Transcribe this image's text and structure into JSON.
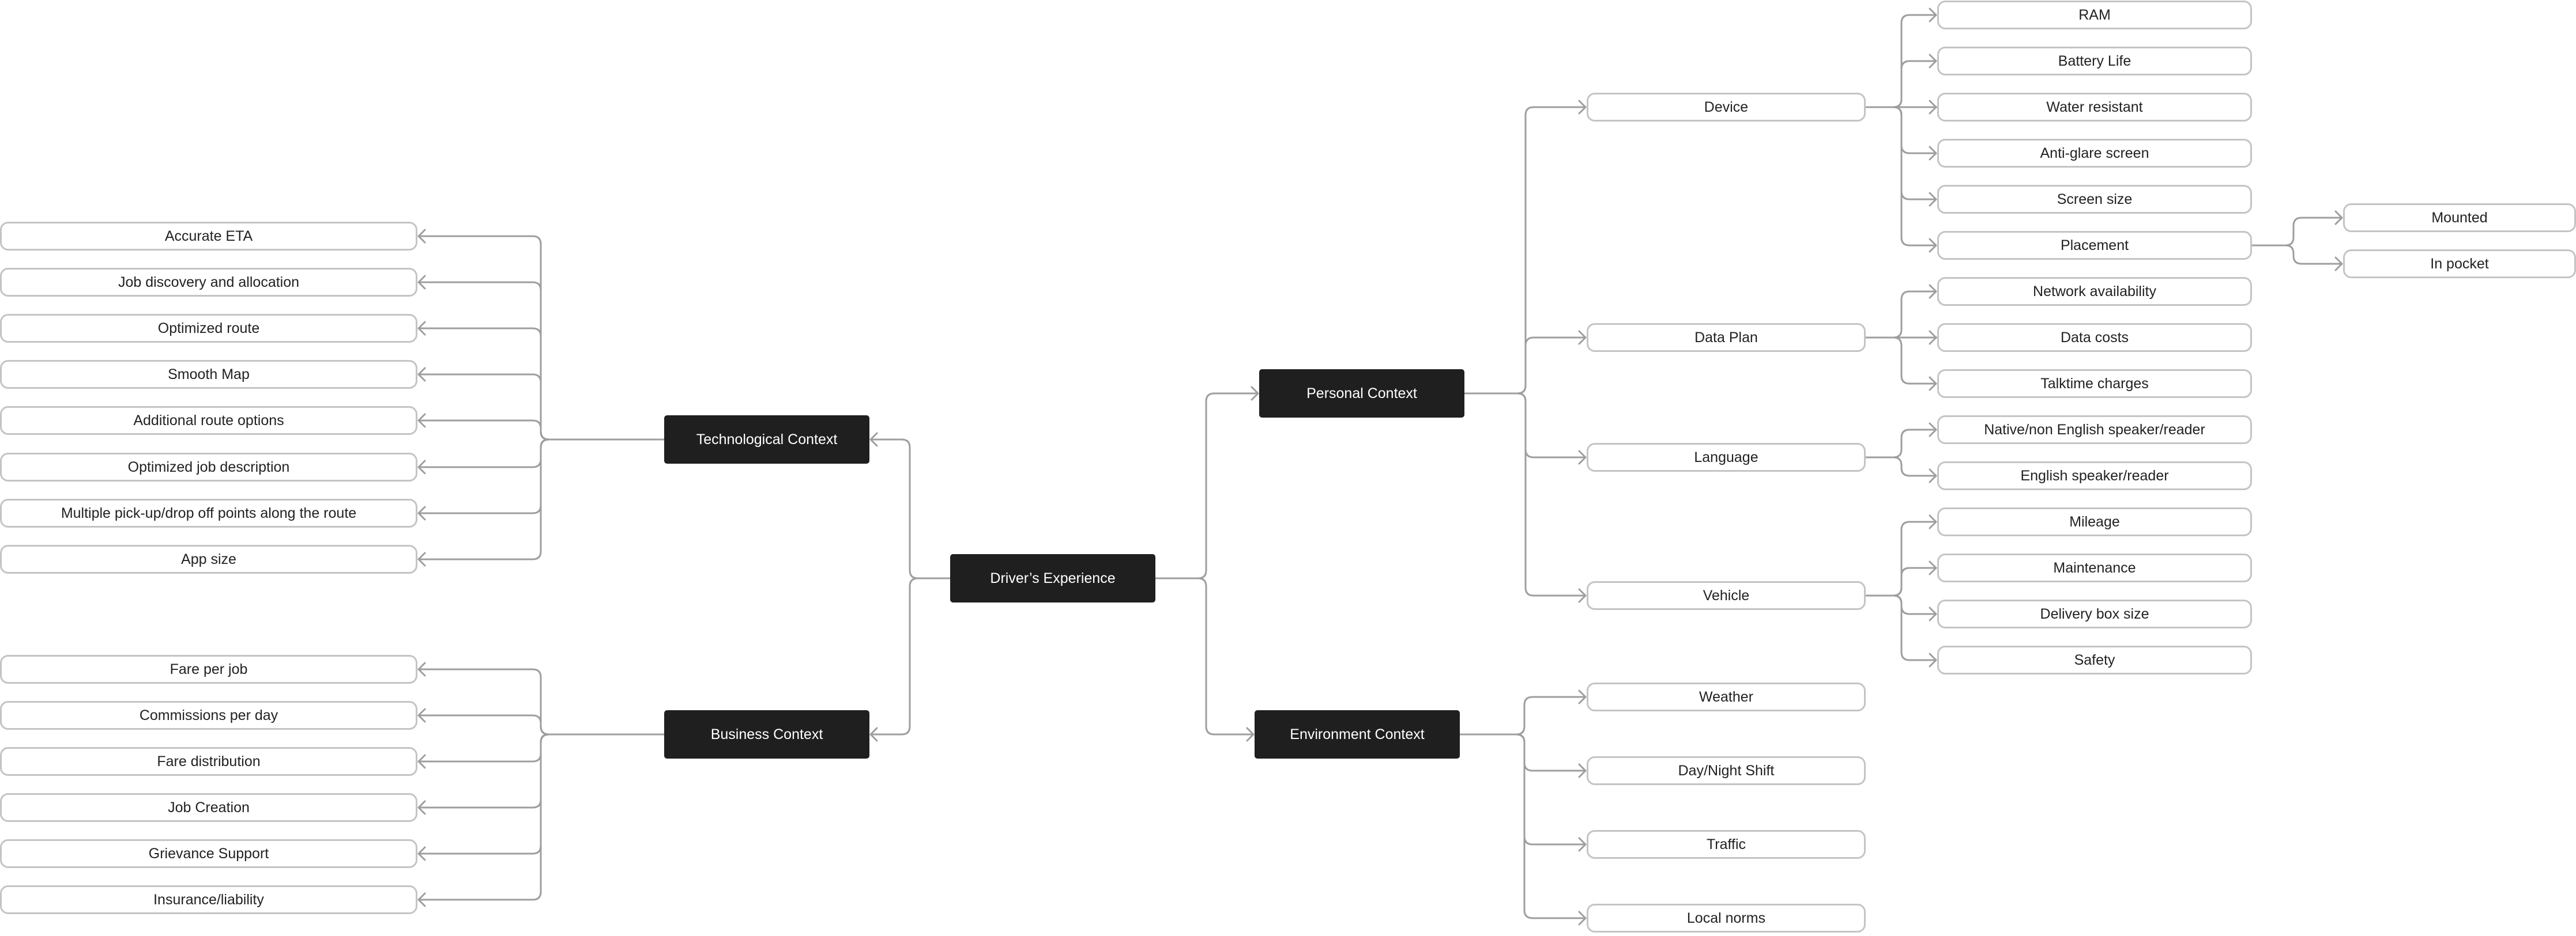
{
  "diagram": {
    "root": {
      "id": "root",
      "label": "Driver’s Experience"
    },
    "categories": [
      {
        "id": "tech",
        "label": "Technological Context"
      },
      {
        "id": "business",
        "label": "Business Context"
      },
      {
        "id": "personal",
        "label": "Personal Context"
      },
      {
        "id": "environment",
        "label": "Environment Context"
      }
    ],
    "subcategories": [
      {
        "id": "device",
        "label": "Device",
        "parent": "personal"
      },
      {
        "id": "dataplan",
        "label": "Data Plan",
        "parent": "personal"
      },
      {
        "id": "language",
        "label": "Language",
        "parent": "personal"
      },
      {
        "id": "vehicle",
        "label": "Vehicle",
        "parent": "personal"
      },
      {
        "id": "placement",
        "label": "Placement",
        "parent": "device"
      }
    ],
    "leaves": {
      "tech": [
        "Accurate ETA",
        "Job discovery and allocation",
        "Optimized route",
        "Smooth Map",
        "Additional route options",
        "Optimized job description",
        "Multiple pick-up/drop off points along the route",
        "App size"
      ],
      "business": [
        "Fare per job",
        "Commissions per day",
        "Fare distribution",
        "Job Creation",
        "Grievance Support",
        "Insurance/liability"
      ],
      "device": [
        "RAM",
        "Battery Life",
        "Water resistant",
        "Anti-glare screen",
        "Screen size"
      ],
      "placement": [
        "Mounted",
        "In pocket"
      ],
      "dataplan": [
        "Network availability",
        "Data costs",
        "Talktime charges"
      ],
      "language": [
        "Native/non English speaker/reader",
        "English speaker/reader"
      ],
      "vehicle": [
        "Mileage",
        "Maintenance",
        "Delivery box size",
        "Safety"
      ],
      "environment": [
        "Weather",
        "Day/Night Shift",
        "Traffic",
        "Local norms"
      ]
    }
  }
}
